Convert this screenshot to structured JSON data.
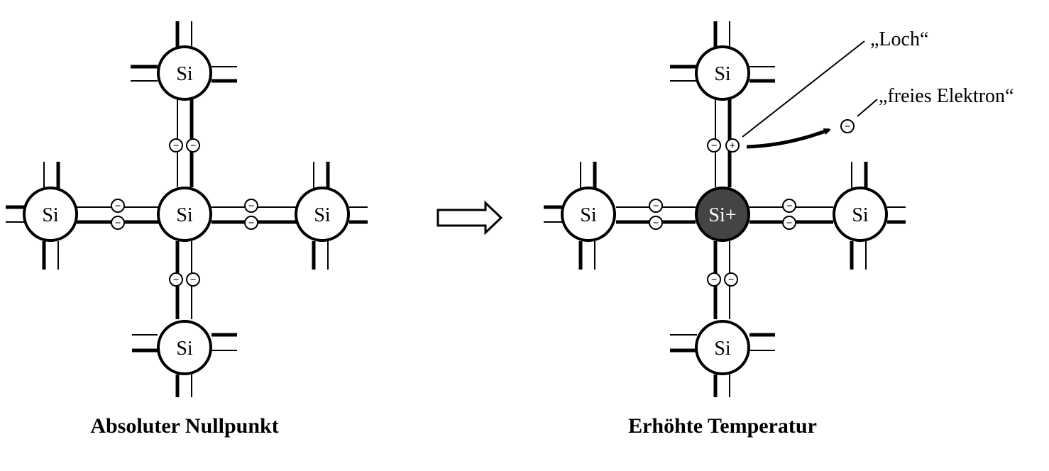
{
  "left": {
    "caption": "Absoluter Nullpunkt",
    "atoms": {
      "center": "Si",
      "top": "Si",
      "bottom": "Si",
      "left": "Si",
      "right": "Si"
    }
  },
  "right": {
    "caption": "Erhöhte Temperatur",
    "atoms": {
      "center": "Si+",
      "top": "Si",
      "bottom": "Si",
      "left": "Si",
      "right": "Si"
    },
    "hole_label": "„Loch“",
    "free_electron_label": "„freies Elektron“"
  },
  "symbols": {
    "electron": "−",
    "hole": "+"
  },
  "colors": {
    "ink": "#000000",
    "ion_fill": "#444444",
    "ion_text": "#ffffff"
  }
}
